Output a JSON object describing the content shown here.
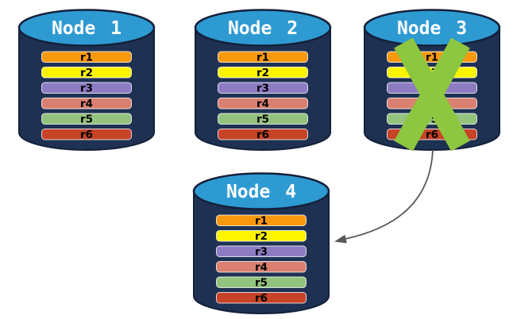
{
  "colors": {
    "background": "#FFFFFF",
    "cylinder_body": "#1E3152",
    "cylinder_top": "#2E9AD2",
    "cylinder_outline": "#14203A",
    "bar_border": "#FFFFFF",
    "title_text": "#FFFFFF",
    "bar_text": "#000000",
    "cross": "#8DC63F",
    "arrow": "#595959"
  },
  "nodes": [
    {
      "label": "Node 1",
      "failed": false,
      "records": [
        {
          "label": "r1",
          "color": "#F8990D"
        },
        {
          "label": "r2",
          "color": "#FCF400"
        },
        {
          "label": "r3",
          "color": "#8E7CC3"
        },
        {
          "label": "r4",
          "color": "#DB8070"
        },
        {
          "label": "r5",
          "color": "#93C47D"
        },
        {
          "label": "r6",
          "color": "#C74327"
        }
      ]
    },
    {
      "label": "Node 2",
      "failed": false,
      "records": [
        {
          "label": "r1",
          "color": "#F8990D"
        },
        {
          "label": "r2",
          "color": "#FCF400"
        },
        {
          "label": "r3",
          "color": "#8E7CC3"
        },
        {
          "label": "r4",
          "color": "#DB8070"
        },
        {
          "label": "r5",
          "color": "#93C47D"
        },
        {
          "label": "r6",
          "color": "#C74327"
        }
      ]
    },
    {
      "label": "Node 3",
      "failed": true,
      "records": [
        {
          "label": "r1",
          "color": "#F8990D"
        },
        {
          "label": "r2",
          "color": "#FCF400"
        },
        {
          "label": "r3",
          "color": "#8E7CC3"
        },
        {
          "label": "r4",
          "color": "#DB8070"
        },
        {
          "label": "r5",
          "color": "#93C47D"
        },
        {
          "label": "r6",
          "color": "#C74327"
        }
      ]
    },
    {
      "label": "Node 4",
      "failed": false,
      "records": [
        {
          "label": "r1",
          "color": "#F8990D"
        },
        {
          "label": "r2",
          "color": "#FCF400"
        },
        {
          "label": "r3",
          "color": "#8E7CC3"
        },
        {
          "label": "r4",
          "color": "#DB8070"
        },
        {
          "label": "r5",
          "color": "#93C47D"
        },
        {
          "label": "r6",
          "color": "#C74327"
        }
      ]
    }
  ],
  "arrow": {
    "from": "Node 3",
    "to": "Node 4"
  }
}
